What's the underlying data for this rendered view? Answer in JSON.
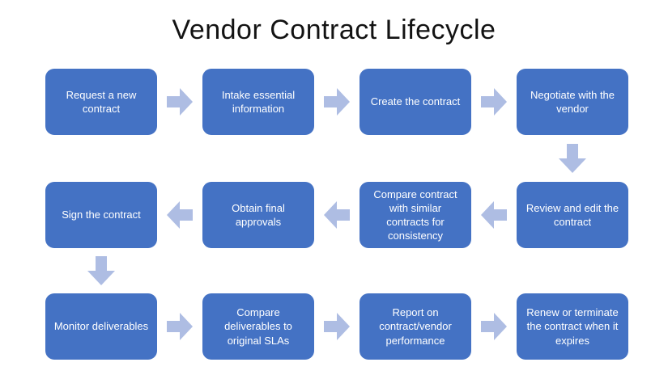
{
  "title": "Vendor Contract Lifecycle",
  "flow": {
    "rows": [
      {
        "direction": "right",
        "steps": [
          "Request a new contract",
          "Intake essential information",
          "Create the contract",
          "Negotiate with the vendor"
        ]
      },
      {
        "direction": "left",
        "steps": [
          "Sign the contract",
          "Obtain final approvals",
          "Compare contract with similar contracts for consistency",
          "Review and edit the contract"
        ]
      },
      {
        "direction": "right",
        "steps": [
          "Monitor deliverables",
          "Compare deliverables to original SLAs",
          "Report on contract/vendor performance",
          "Renew or terminate the contract when it expires"
        ]
      }
    ]
  },
  "icons": {
    "arrow_right": "block-arrow-right",
    "arrow_left": "block-arrow-left",
    "arrow_down": "block-arrow-down"
  },
  "colors": {
    "box": "#4472C4",
    "box-text": "#FFFFFF",
    "arrow": "#AEBDE3",
    "title-text": "#131313",
    "background": "#FFFFFF"
  }
}
